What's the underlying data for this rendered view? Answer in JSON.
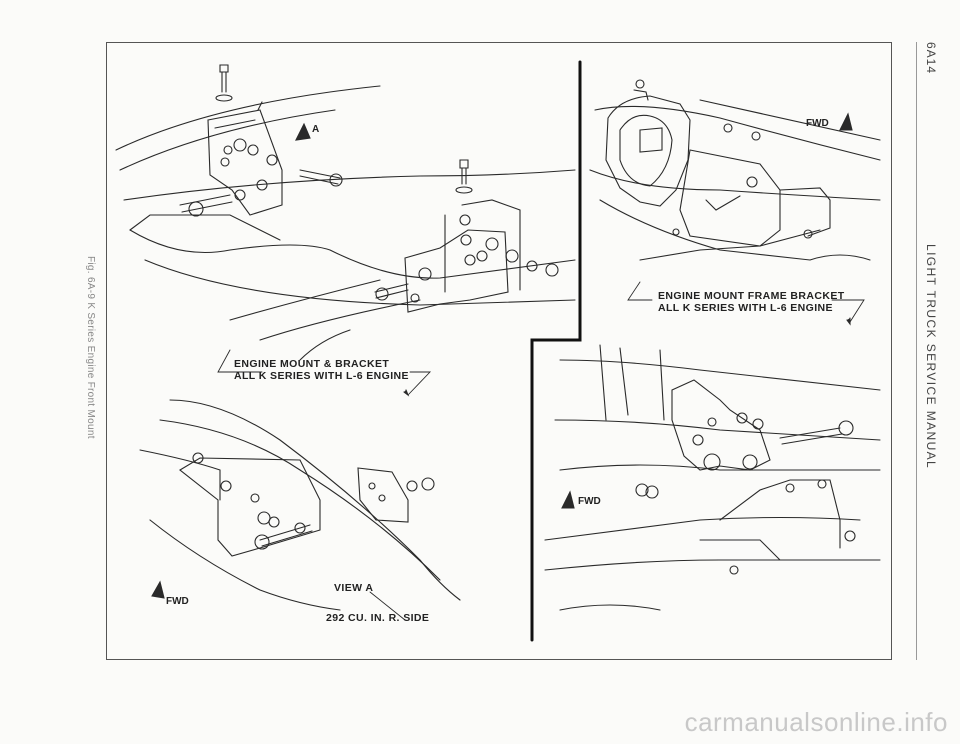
{
  "header": {
    "page_number": "6A14",
    "manual_title": "LIGHT TRUCK SERVICE MANUAL"
  },
  "figure": {
    "caption": "Fig. 6A-9 K Series Engine Front Mount"
  },
  "labels": {
    "engine_mount_bracket_l1": "ENGINE MOUNT & BRACKET",
    "engine_mount_bracket_l2": "ALL K SERIES WITH L-6 ENGINE",
    "frame_bracket_l1": "ENGINE MOUNT FRAME BRACKET",
    "frame_bracket_l2": "ALL K SERIES WITH L-6 ENGINE",
    "view_a": "VIEW A",
    "side_note": "292 CU. IN. R. SIDE",
    "arrow_a": "A",
    "fwd": "FWD"
  },
  "watermark": "carmanualsonline.info",
  "colors": {
    "ink": "#2a2a2a",
    "paper": "#fbfbf9",
    "watermark": "#c8c8c8"
  }
}
